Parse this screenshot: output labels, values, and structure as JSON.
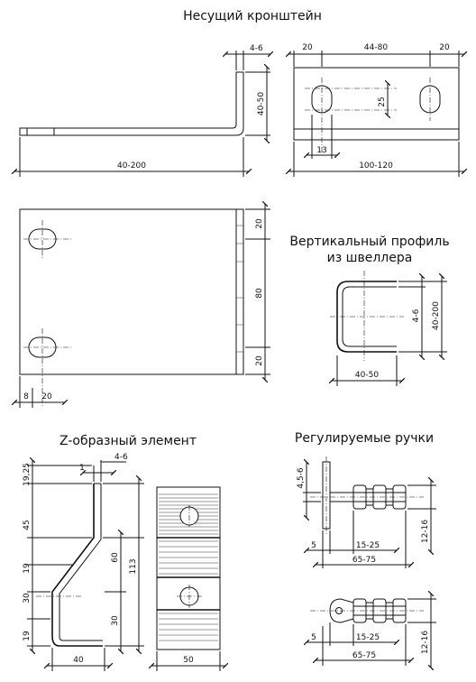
{
  "titles": {
    "bracket": "Несущий кронштейн",
    "profile_line1": "Вертикальный профиль",
    "profile_line2": "из швеллера",
    "zelement": "Z-образный элемент",
    "handles": "Регулируемые ручки"
  },
  "dims": {
    "b_thick": "4-6",
    "b_height": "40-50",
    "b_length": "40-200",
    "p_left": "20",
    "p_mid": "44-80",
    "p_right": "20",
    "p_slot_h": "25",
    "p_slot_w": "13",
    "p_width": "100-120",
    "s_top": "20",
    "s_mid": "80",
    "s_bottom": "20",
    "s_left1": "8",
    "s_left2": "20",
    "v_flange": "4-6",
    "v_height": "40-200",
    "v_width": "40-50",
    "z_thick": "4-6",
    "z_one": "1",
    "z_top": "19,25",
    "z_45": "45",
    "z_19a": "19",
    "z_30a": "30",
    "z_19b": "19",
    "z_60": "60",
    "z_113": "113",
    "z_30b": "30",
    "z_40": "40",
    "z_50": "50",
    "h_rod": "4,5-6",
    "h_h1": "12-16",
    "h_5a": "5",
    "h_15a": "15-25",
    "h_65a": "65-75",
    "h_h2": "12-16",
    "h_5b": "5",
    "h_15b": "15-25",
    "h_65b": "65-75"
  }
}
